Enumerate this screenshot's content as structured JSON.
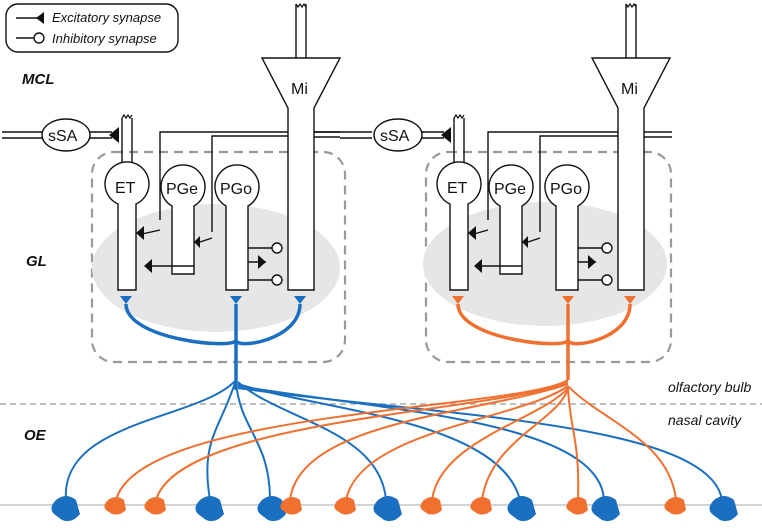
{
  "legend": {
    "excitatory": "Excitatory synapse",
    "inhibitory": "Inhibitory synapse"
  },
  "layers": {
    "mcl": "MCL",
    "gl": "GL",
    "oe": "OE"
  },
  "regions": {
    "olfactory_bulb": "olfactory bulb",
    "nasal_cavity": "nasal cavity"
  },
  "cells": {
    "mitral": "Mi",
    "ssa": "sSA",
    "et": "ET",
    "pge": "PGe",
    "pgo": "PGo"
  },
  "colors": {
    "blue": "#1b6fc0",
    "orange": "#f07030",
    "glomerulus_fill": "#e6e6e6",
    "box_dash": "#9a9a9a"
  }
}
